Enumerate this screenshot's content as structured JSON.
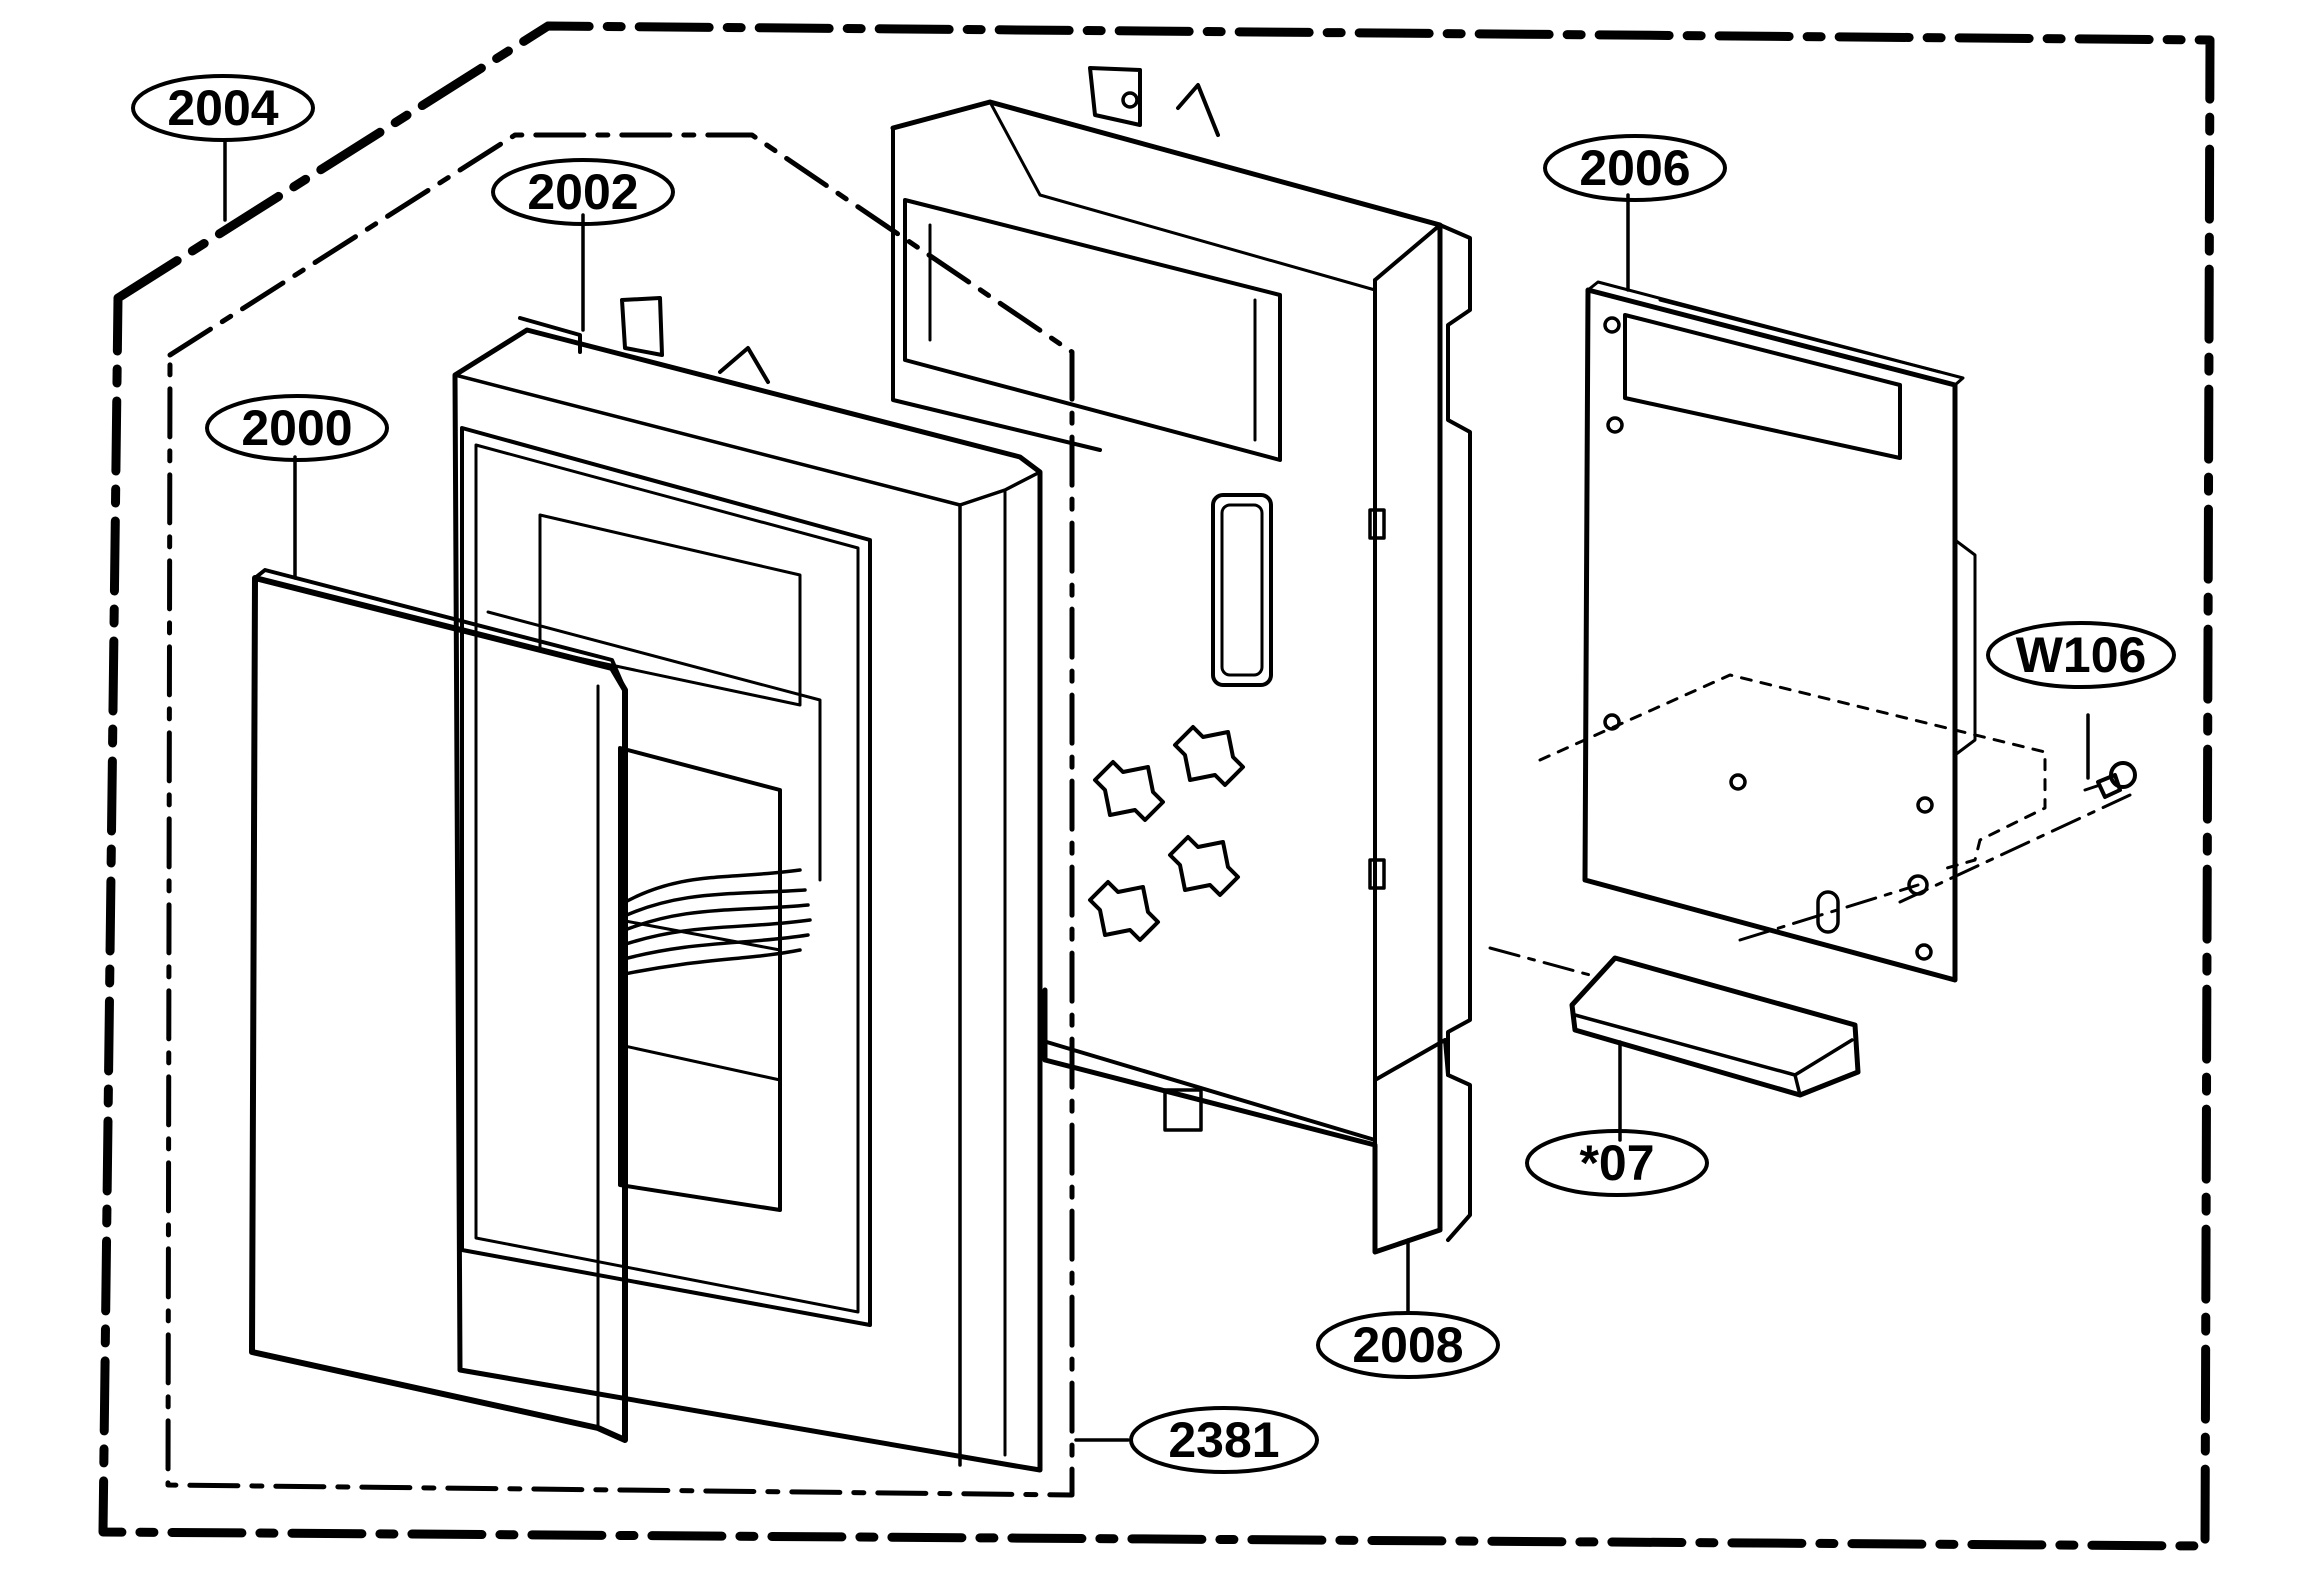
{
  "callouts": {
    "c2004": "2004",
    "c2002": "2002",
    "c2000": "2000",
    "c2006": "2006",
    "cW106": "W106",
    "c07": "*07",
    "c2008": "2008",
    "c2381": "2381"
  }
}
